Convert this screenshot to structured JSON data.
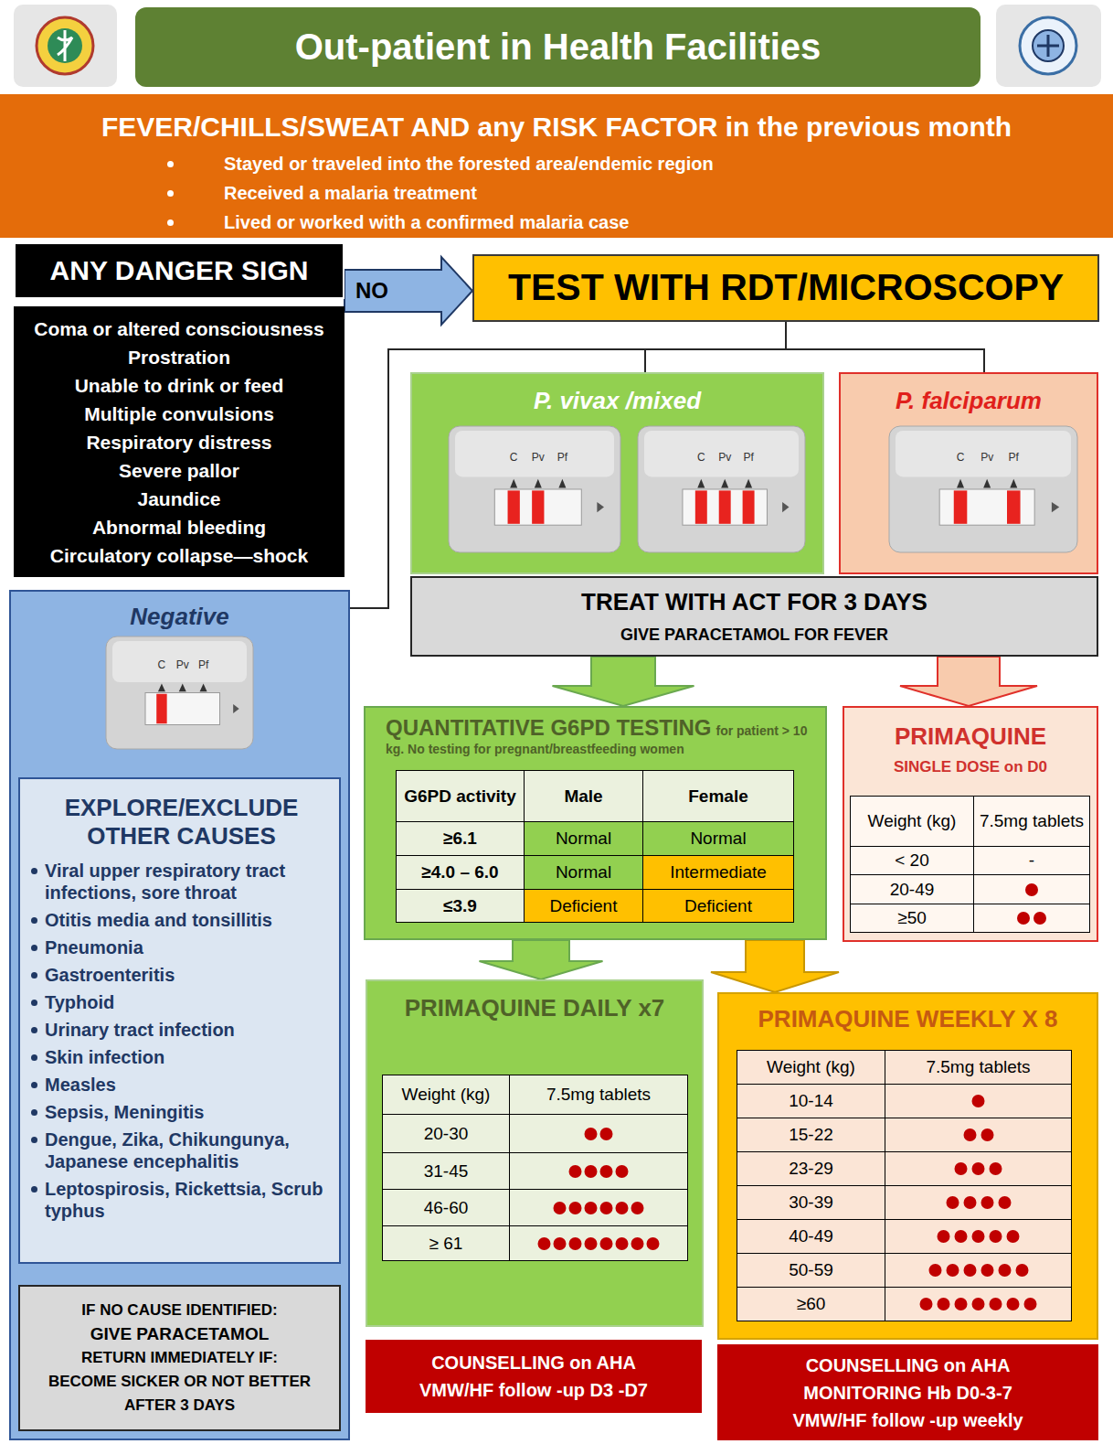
{
  "diagram": {
    "title": "Out-patient in Health Facilities",
    "nodes": [
      {
        "text": [
          "FEVER/CHILLS/SWEAT AND any RISK FACTOR in the previous month",
          "Stayed or traveled into the forested area/endemic region",
          "Received a malaria treatment",
          "Lived or worked with a confirmed malaria case"
        ]
      },
      {
        "text": [
          "ANY DANGER SIGN"
        ]
      },
      {
        "text": [
          "Coma or altered consciousness",
          "Prostration",
          "Unable to drink or feed",
          "Multiple convulsions",
          "Respiratory distress",
          "Severe pallor",
          "Jaundice",
          "Abnormal bleeding",
          "Circulatory collapse—shock"
        ]
      },
      {
        "text": [
          "TEST WITH RDT/MICROSCOPY"
        ]
      },
      {
        "text": [
          "P. vivax /mixed"
        ]
      },
      {
        "text": [
          "P. falciparum"
        ]
      },
      {
        "text": [
          "TREAT WITH ACT FOR 3 DAYS",
          "GIVE PARACETAMOL FOR FEVER"
        ]
      },
      {
        "text": [
          "Negative"
        ]
      },
      {
        "text": [
          "EXPLORE/EXCLUDE OTHER CAUSES",
          "Viral upper respiratory tract infections, sore throat",
          "Otitis media and tonsillitis",
          "Pneumonia",
          "Gastroenteritis",
          "Typhoid",
          "Urinary tract infection",
          "Skin infection",
          "Measles",
          "Sepsis, Meningitis",
          "Dengue, Zika, Chikungunya, Japanese encephalitis",
          "Leptospirosis, Rickettsia, Scrub typhus"
        ],
        "in": 7
      },
      {
        "text": [
          "IF NO CAUSE IDENTIFIED:",
          "GIVE PARACETAMOL",
          "RETURN IMMEDIATELY IF:",
          "BECOME SICKER OR NOT BETTER AFTER 3 DAYS"
        ],
        "in": 7
      },
      {
        "text": [
          "QUANTITATIVE G6PD TESTING",
          "for patient > 10 kg. No testing for pregnant/breastfeeding women"
        ]
      },
      {
        "text": [
          "PRIMAQUINE",
          "SINGLE DOSE on D0"
        ]
      },
      {
        "text": [
          "PRIMAQUINE DAILY x7"
        ]
      },
      {
        "text": [
          "PRIMAQUINE WEEKLY X 8"
        ]
      },
      {
        "text": [
          "COUNSELLING on AHA",
          "VMW/HF follow -up D3 -D7"
        ]
      },
      {
        "text": [
          "COUNSELLING on AHA",
          "MONITORING Hb D0-3-7",
          "VMW/HF follow -up weekly"
        ]
      }
    ],
    "edges": [
      {
        "from": 1,
        "to": 3,
        "arrow": "to",
        "label": "NO"
      },
      {
        "from": 3,
        "to": 4,
        "arrow": "none"
      },
      {
        "from": 3,
        "to": 5,
        "arrow": "none"
      },
      {
        "from": 3,
        "to": 7,
        "arrow": "none"
      },
      {
        "from": 6,
        "to": 10,
        "arrow": "to"
      },
      {
        "from": 6,
        "to": 11,
        "arrow": "to"
      },
      {
        "from": 10,
        "to": 12,
        "arrow": "to"
      },
      {
        "from": 10,
        "to": 13,
        "arrow": "to"
      }
    ],
    "labels": [
      "C",
      "Pv",
      "Pf",
      "C",
      "Pv",
      "Pf",
      "C",
      "Pv",
      "Pf",
      "C",
      "Pv",
      "Pf",
      "G6PD activity",
      "Male",
      "Female",
      "≥6.1",
      "Normal",
      "Normal",
      "≥4.0 – 6.0",
      "Normal",
      "Intermediate",
      "≤3.9",
      "Deficient",
      "Deficient",
      "Weight (kg)",
      "7.5mg tablets",
      "< 20",
      "-",
      "20-49",
      "≥50",
      "Weight (kg)",
      "7.5mg tablets",
      "20-30",
      "31-45",
      "46-60",
      "≥ 61",
      "Weight (kg)",
      "7.5mg tablets",
      "10-14",
      "15-22",
      "23-29",
      "30-39",
      "40-49",
      "50-59",
      "≥60"
    ]
  }
}
